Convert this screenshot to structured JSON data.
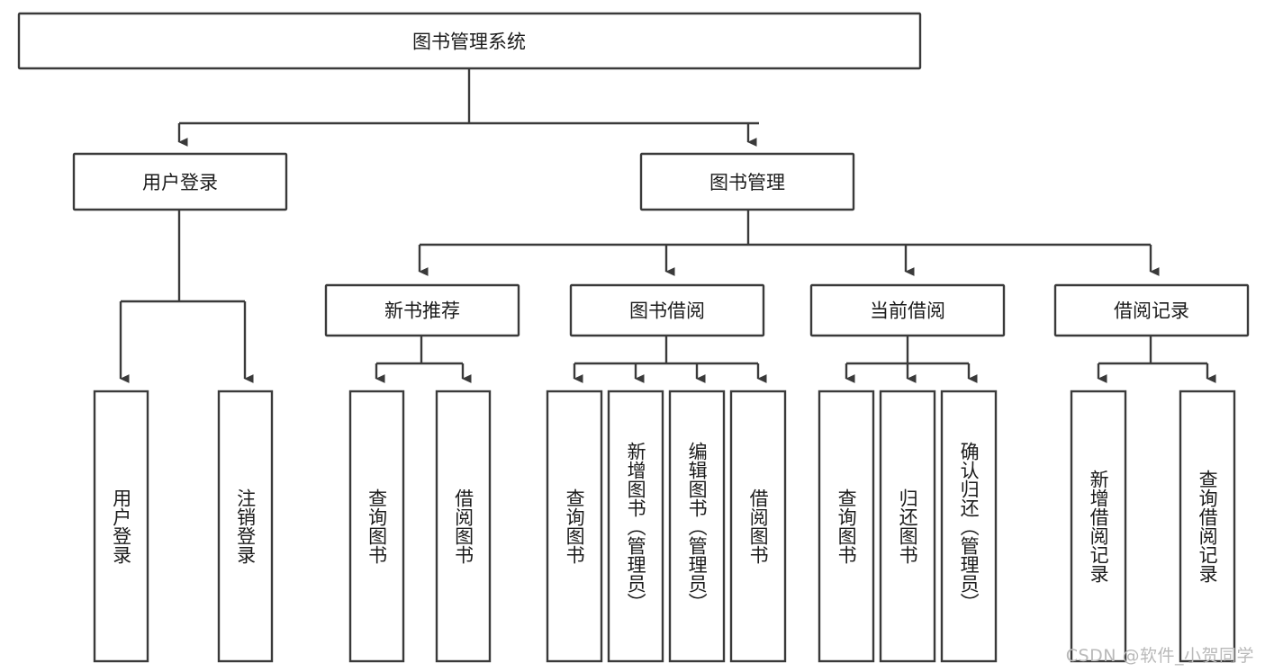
{
  "diagram": {
    "type": "tree-hierarchy",
    "title": "图书管理系统",
    "watermark": "CSDN @软件_小贺同学",
    "colors": {
      "stroke": "#3a3a3a",
      "fill": "#ffffff",
      "text": "#1b1b1b",
      "watermark": "#b9b9b9",
      "background": "#ffffff"
    },
    "root": {
      "label": "图书管理系统",
      "orientation": "horizontal"
    },
    "level2": [
      {
        "label": "用户登录",
        "orientation": "horizontal"
      },
      {
        "label": "图书管理",
        "orientation": "horizontal"
      }
    ],
    "level3": [
      {
        "label": "新书推荐",
        "orientation": "horizontal",
        "parent": "图书管理"
      },
      {
        "label": "图书借阅",
        "orientation": "horizontal",
        "parent": "图书管理"
      },
      {
        "label": "当前借阅",
        "orientation": "horizontal",
        "parent": "图书管理"
      },
      {
        "label": "借阅记录",
        "orientation": "horizontal",
        "parent": "图书管理"
      }
    ],
    "leaves": [
      {
        "label": "用户登录",
        "parent": "用户登录",
        "orientation": "vertical"
      },
      {
        "label": "注销登录",
        "parent": "用户登录",
        "orientation": "vertical"
      },
      {
        "label": "查询图书",
        "parent": "新书推荐",
        "orientation": "vertical"
      },
      {
        "label": "借阅图书",
        "parent": "新书推荐",
        "orientation": "vertical"
      },
      {
        "label": "查询图书",
        "parent": "图书借阅",
        "orientation": "vertical"
      },
      {
        "label": "新增图书（管理员）",
        "parent": "图书借阅",
        "orientation": "vertical"
      },
      {
        "label": "编辑图书（管理员）",
        "parent": "图书借阅",
        "orientation": "vertical"
      },
      {
        "label": "借阅图书",
        "parent": "图书借阅",
        "orientation": "vertical"
      },
      {
        "label": "查询图书",
        "parent": "当前借阅",
        "orientation": "vertical"
      },
      {
        "label": "归还图书",
        "parent": "当前借阅",
        "orientation": "vertical"
      },
      {
        "label": "确认归还（管理员）",
        "parent": "当前借阅",
        "orientation": "vertical"
      },
      {
        "label": "新增借阅记录",
        "parent": "借阅记录",
        "orientation": "vertical"
      },
      {
        "label": "查询借阅记录",
        "parent": "借阅记录",
        "orientation": "vertical"
      }
    ]
  }
}
